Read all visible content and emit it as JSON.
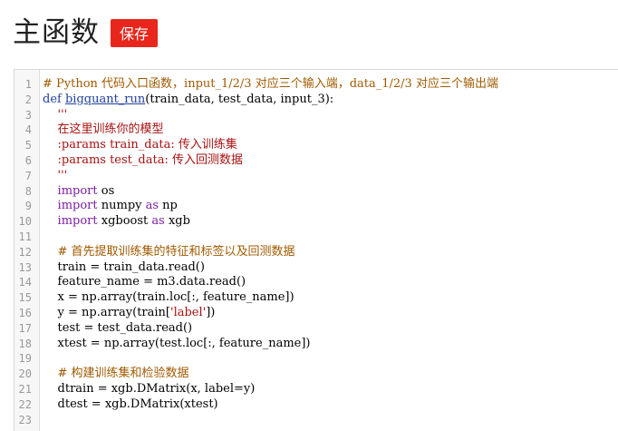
{
  "header": {
    "title": "主函数",
    "save_label": "保存"
  },
  "colors": {
    "save_button_bg": "#e8261c",
    "comment": "#a05a00",
    "keyword": "#7a1fa2",
    "string": "#aa1111",
    "gutter_bg": "#f7f7f7"
  },
  "editor": {
    "lines": [
      {
        "n": "1",
        "segs": [
          [
            "comment",
            "# Python 代码入口函数，input_1/2/3 对应三个输入端，data_1/2/3 对应三个输出端"
          ]
        ]
      },
      {
        "n": "2",
        "segs": [
          [
            "def-kw",
            "def "
          ],
          [
            "fn-name",
            "bigquant_run"
          ],
          [
            "plain",
            "(train_data, test_data, input_3):"
          ]
        ]
      },
      {
        "n": "3",
        "segs": [
          [
            "plain",
            "    "
          ],
          [
            "string",
            "'''"
          ]
        ]
      },
      {
        "n": "4",
        "segs": [
          [
            "plain",
            "    "
          ],
          [
            "string",
            "在这里训练你的模型"
          ]
        ]
      },
      {
        "n": "5",
        "segs": [
          [
            "plain",
            "    "
          ],
          [
            "string",
            ":params train_data: 传入训练集"
          ]
        ]
      },
      {
        "n": "6",
        "segs": [
          [
            "plain",
            "    "
          ],
          [
            "string",
            ":params test_data: 传入回测数据"
          ]
        ]
      },
      {
        "n": "7",
        "segs": [
          [
            "plain",
            "    "
          ],
          [
            "string",
            "'''"
          ]
        ]
      },
      {
        "n": "8",
        "segs": [
          [
            "plain",
            "    "
          ],
          [
            "keyword",
            "import"
          ],
          [
            "plain",
            " os"
          ]
        ]
      },
      {
        "n": "9",
        "segs": [
          [
            "plain",
            "    "
          ],
          [
            "keyword",
            "import"
          ],
          [
            "plain",
            " numpy "
          ],
          [
            "keyword",
            "as"
          ],
          [
            "plain",
            " np"
          ]
        ]
      },
      {
        "n": "10",
        "segs": [
          [
            "plain",
            "    "
          ],
          [
            "keyword",
            "import"
          ],
          [
            "plain",
            " xgboost "
          ],
          [
            "keyword",
            "as"
          ],
          [
            "plain",
            " xgb"
          ]
        ]
      },
      {
        "n": "11",
        "segs": [
          [
            "plain",
            ""
          ]
        ]
      },
      {
        "n": "12",
        "segs": [
          [
            "plain",
            "    "
          ],
          [
            "comment",
            "# 首先提取训练集的特征和标签以及回测数据"
          ]
        ]
      },
      {
        "n": "13",
        "segs": [
          [
            "plain",
            "    train = train_data.read()"
          ]
        ]
      },
      {
        "n": "14",
        "segs": [
          [
            "plain",
            "    feature_name = m3.data.read()"
          ]
        ]
      },
      {
        "n": "15",
        "segs": [
          [
            "plain",
            "    x = np.array(train.loc[:, feature_name])"
          ]
        ]
      },
      {
        "n": "16",
        "segs": [
          [
            "plain",
            "    y = np.array(train["
          ],
          [
            "string",
            "'label'"
          ],
          [
            "plain",
            "])"
          ]
        ]
      },
      {
        "n": "17",
        "segs": [
          [
            "plain",
            "    test = test_data.read()"
          ]
        ]
      },
      {
        "n": "18",
        "segs": [
          [
            "plain",
            "    xtest = np.array(test.loc[:, feature_name])"
          ]
        ]
      },
      {
        "n": "19",
        "segs": [
          [
            "plain",
            ""
          ]
        ]
      },
      {
        "n": "20",
        "segs": [
          [
            "plain",
            "    "
          ],
          [
            "comment",
            "# 构建训练集和检验数据"
          ]
        ]
      },
      {
        "n": "21",
        "segs": [
          [
            "plain",
            "    dtrain = xgb.DMatrix(x, label=y)"
          ]
        ]
      },
      {
        "n": "22",
        "segs": [
          [
            "plain",
            "    dtest = xgb.DMatrix(xtest)"
          ]
        ]
      },
      {
        "n": "23",
        "segs": [
          [
            "plain",
            ""
          ]
        ]
      }
    ]
  }
}
